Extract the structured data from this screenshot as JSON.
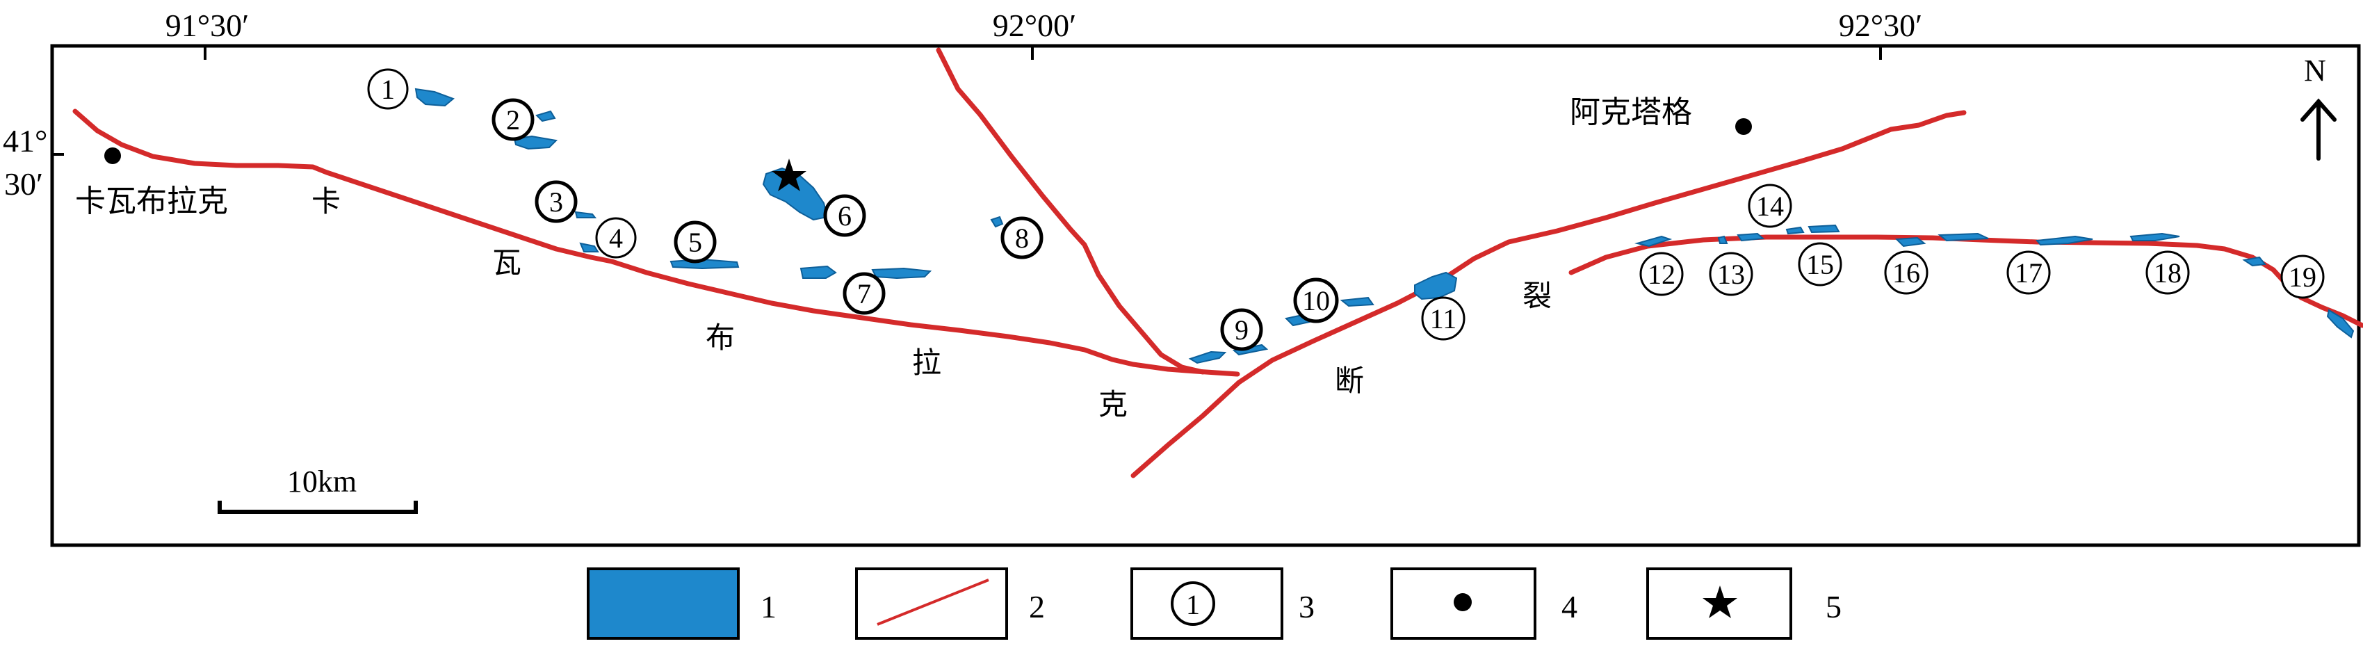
{
  "colors": {
    "body_fill": "#1e88cc",
    "body_stroke": "#0d5f99",
    "fault": "#d42a2a",
    "frame": "#000000"
  },
  "coordinates": {
    "lon_1": "91°30′",
    "lon_2": "92°00′",
    "lon_3": "92°30′",
    "lat_deg": "41°",
    "lat_min": "30′"
  },
  "north_label": "N",
  "places": {
    "kawabulake": "卡瓦布拉克",
    "aketage": "阿克塔格"
  },
  "fault_name_chars": [
    "卡",
    "瓦",
    "布",
    "拉",
    "克",
    "断",
    "裂"
  ],
  "body_numbers": [
    "1",
    "2",
    "3",
    "4",
    "5",
    "6",
    "7",
    "8",
    "9",
    "10",
    "11",
    "12",
    "13",
    "14",
    "15",
    "16",
    "17",
    "18",
    "19"
  ],
  "scale_bar": "10km",
  "legend": [
    {
      "symbol": "rock-body",
      "number": "1"
    },
    {
      "symbol": "fault-line",
      "number": "2"
    },
    {
      "symbol": "body-number",
      "sample": "1",
      "number": "3"
    },
    {
      "symbol": "settlement",
      "number": "4"
    },
    {
      "symbol": "sample-star",
      "number": "5"
    }
  ]
}
